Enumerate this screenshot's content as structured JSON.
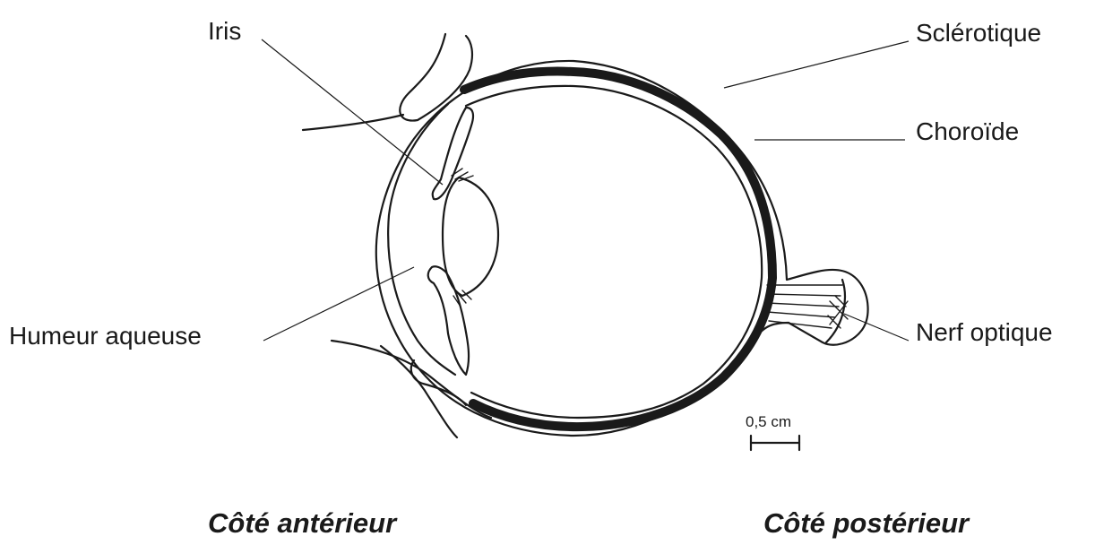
{
  "labels": {
    "iris": "Iris",
    "sclerotique": "Sclérotique",
    "choroide": "Choroïde",
    "humeur_aqueuse": "Humeur aqueuse",
    "nerf_optique": "Nerf optique"
  },
  "scale_bar": {
    "label": "0,5 cm"
  },
  "sides": {
    "anterior": "Côté antérieur",
    "posterior": "Côté postérieur"
  },
  "colors": {
    "ink": "#1a1a1a",
    "background": "#ffffff"
  }
}
